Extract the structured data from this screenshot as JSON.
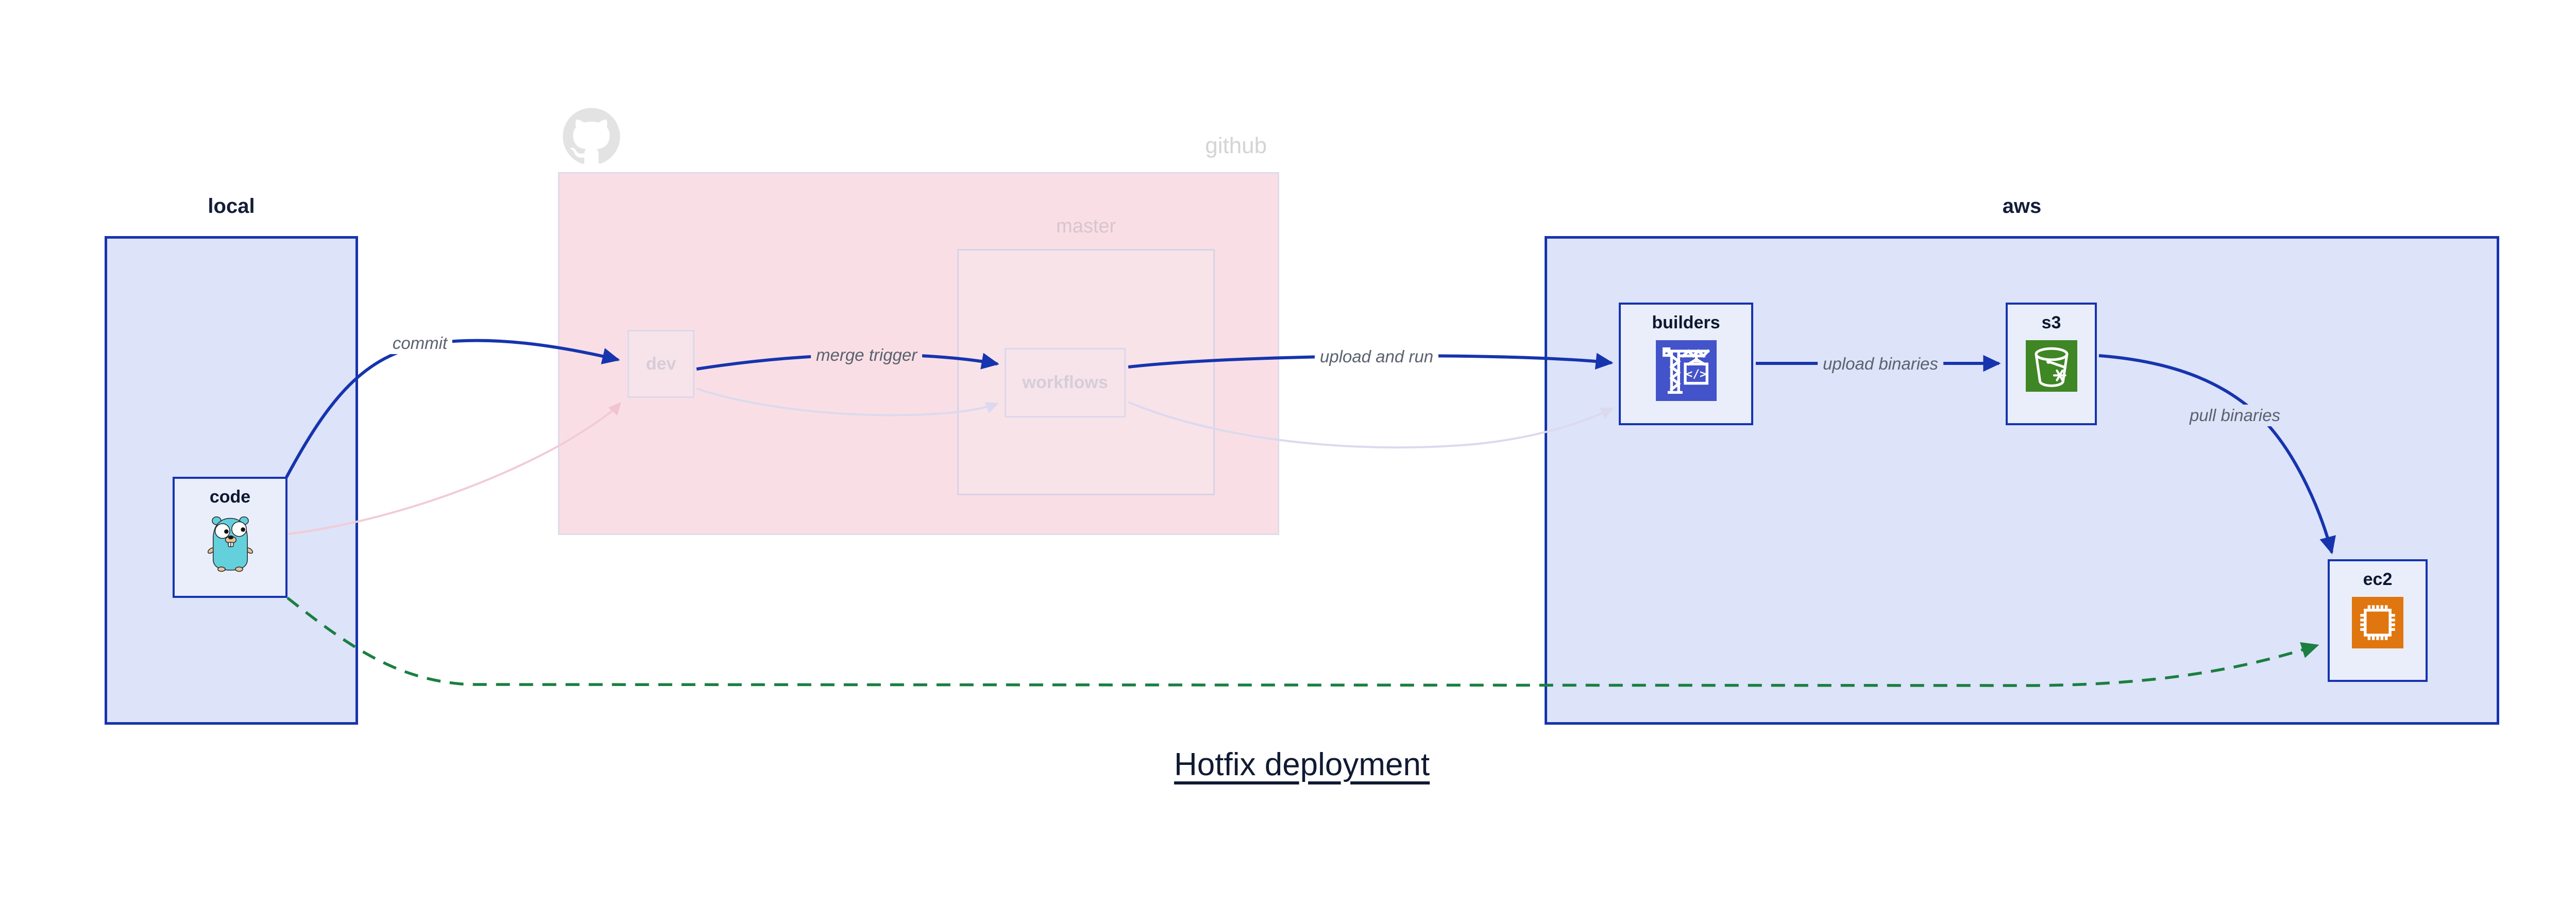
{
  "title": {
    "text": "Hotfix deployment"
  },
  "containers": {
    "local": {
      "label": "local"
    },
    "github": {
      "label": "github",
      "branch": "master"
    },
    "aws": {
      "label": "aws"
    }
  },
  "nodes": {
    "code": {
      "label": "code",
      "icon": "go-gopher-icon"
    },
    "dev": {
      "label": "dev"
    },
    "workflows": {
      "label": "workflows"
    },
    "builders": {
      "label": "builders",
      "icon": "codebuild-crane-icon"
    },
    "s3": {
      "label": "s3",
      "icon": "s3-bucket-icon"
    },
    "ec2": {
      "label": "ec2",
      "icon": "ec2-chip-icon"
    }
  },
  "edges": {
    "commit": {
      "label": "commit",
      "from": "code",
      "to": "dev",
      "style": "solid-blue"
    },
    "merge_trigger": {
      "label": "merge trigger",
      "from": "dev",
      "to": "workflows",
      "style": "solid-blue"
    },
    "upload_and_run": {
      "label": "upload and run",
      "from": "workflows",
      "to": "builders",
      "style": "solid-blue"
    },
    "upload_binaries": {
      "label": "upload binaries",
      "from": "builders",
      "to": "s3",
      "style": "solid-blue"
    },
    "pull_binaries": {
      "label": "pull binaries",
      "from": "s3",
      "to": "ec2",
      "style": "solid-blue"
    },
    "faded_commit": {
      "label": "",
      "from": "code",
      "to": "dev",
      "style": "faded-pink"
    },
    "faded_merge": {
      "label": "",
      "from": "dev",
      "to": "workflows",
      "style": "faded-lavender"
    },
    "faded_upload": {
      "label": "",
      "from": "workflows",
      "to": "builders",
      "style": "faded-lavender"
    },
    "hotfix_shortcut": {
      "label": "",
      "from": "code",
      "to": "ec2",
      "style": "dashed-green"
    }
  },
  "colors": {
    "edge_blue": "#1634ae",
    "edge_green": "#1a7f41",
    "edge_faded_pink": "#f2cbd7",
    "edge_faded_lavender": "#dcd9ee",
    "container_fill": "#dde3f8",
    "node_fill": "#eaeefb",
    "github_fill": "#f9dfe5",
    "codebuild_icon_bg": "#4353c9",
    "s3_icon_bg": "#3f8624",
    "ec2_icon_bg": "#e0760f",
    "gopher_teal": "#63d0dc",
    "label_gray": "#5a6170",
    "text_navy": "#111a33"
  }
}
